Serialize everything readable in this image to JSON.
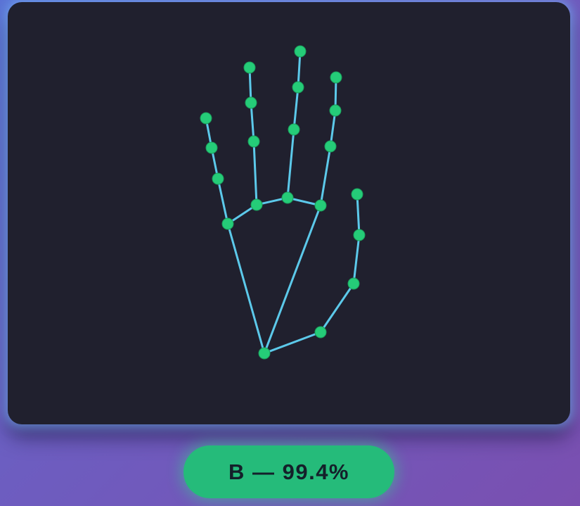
{
  "result": {
    "label": "B — 99.4%"
  },
  "colors": {
    "background_gradient": [
      "#5b73d6",
      "#6d5dc0",
      "#7a4fb0"
    ],
    "panel": "#20202e",
    "panel_glow": "#78b9ff",
    "bone": "#5cc9ea",
    "joint": "#25cc78",
    "pill": "#25bb7a",
    "pill_text": "#14202a"
  },
  "hand": {
    "landmark_count": 21,
    "connection_count": 21
  }
}
